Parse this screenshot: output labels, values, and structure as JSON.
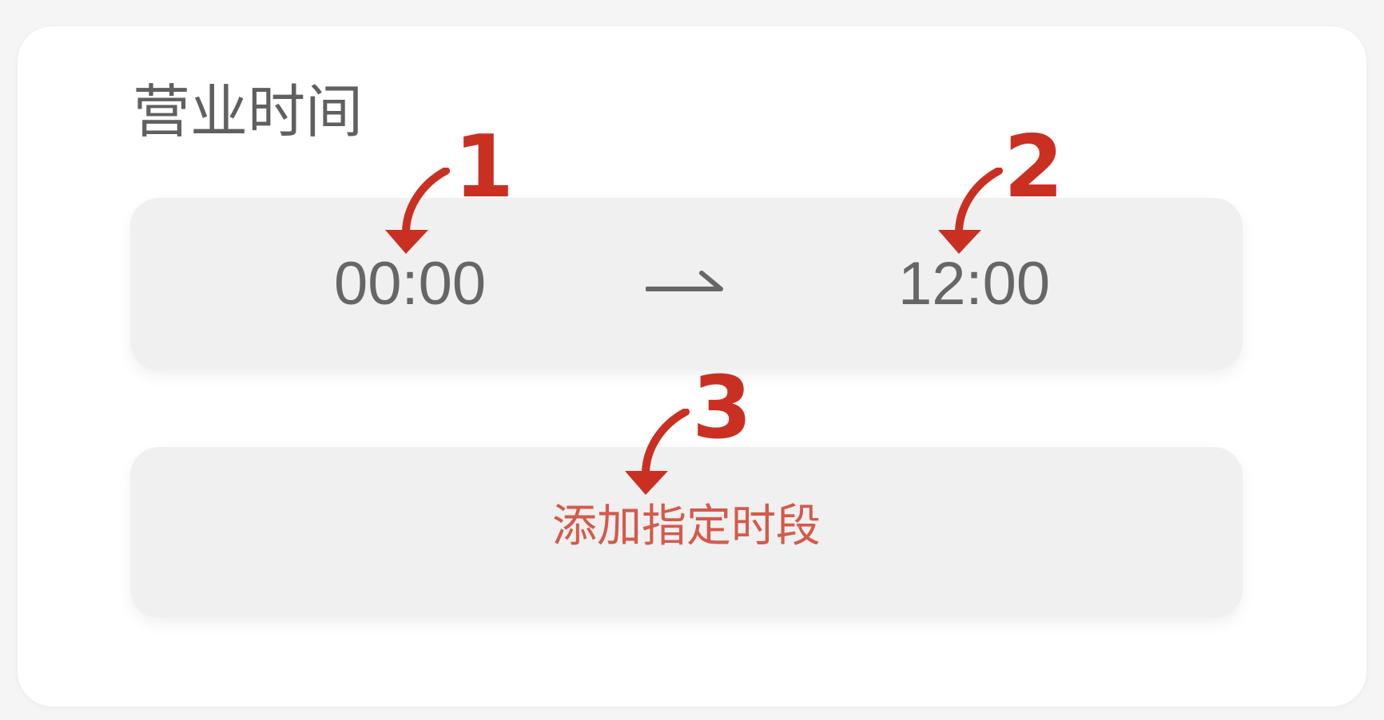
{
  "section": {
    "title": "营业时间"
  },
  "time_range": {
    "start": "00:00",
    "end": "12:00"
  },
  "add_period": {
    "label": "添加指定时段"
  },
  "annotations": [
    {
      "number": "1"
    },
    {
      "number": "2"
    },
    {
      "number": "3"
    }
  ],
  "colors": {
    "accent": "#d45a4a",
    "annotation": "#c93022",
    "text": "#666666",
    "row_bg": "#f0f0f0",
    "card_bg": "#ffffff",
    "page_bg": "#f5f5f5"
  }
}
